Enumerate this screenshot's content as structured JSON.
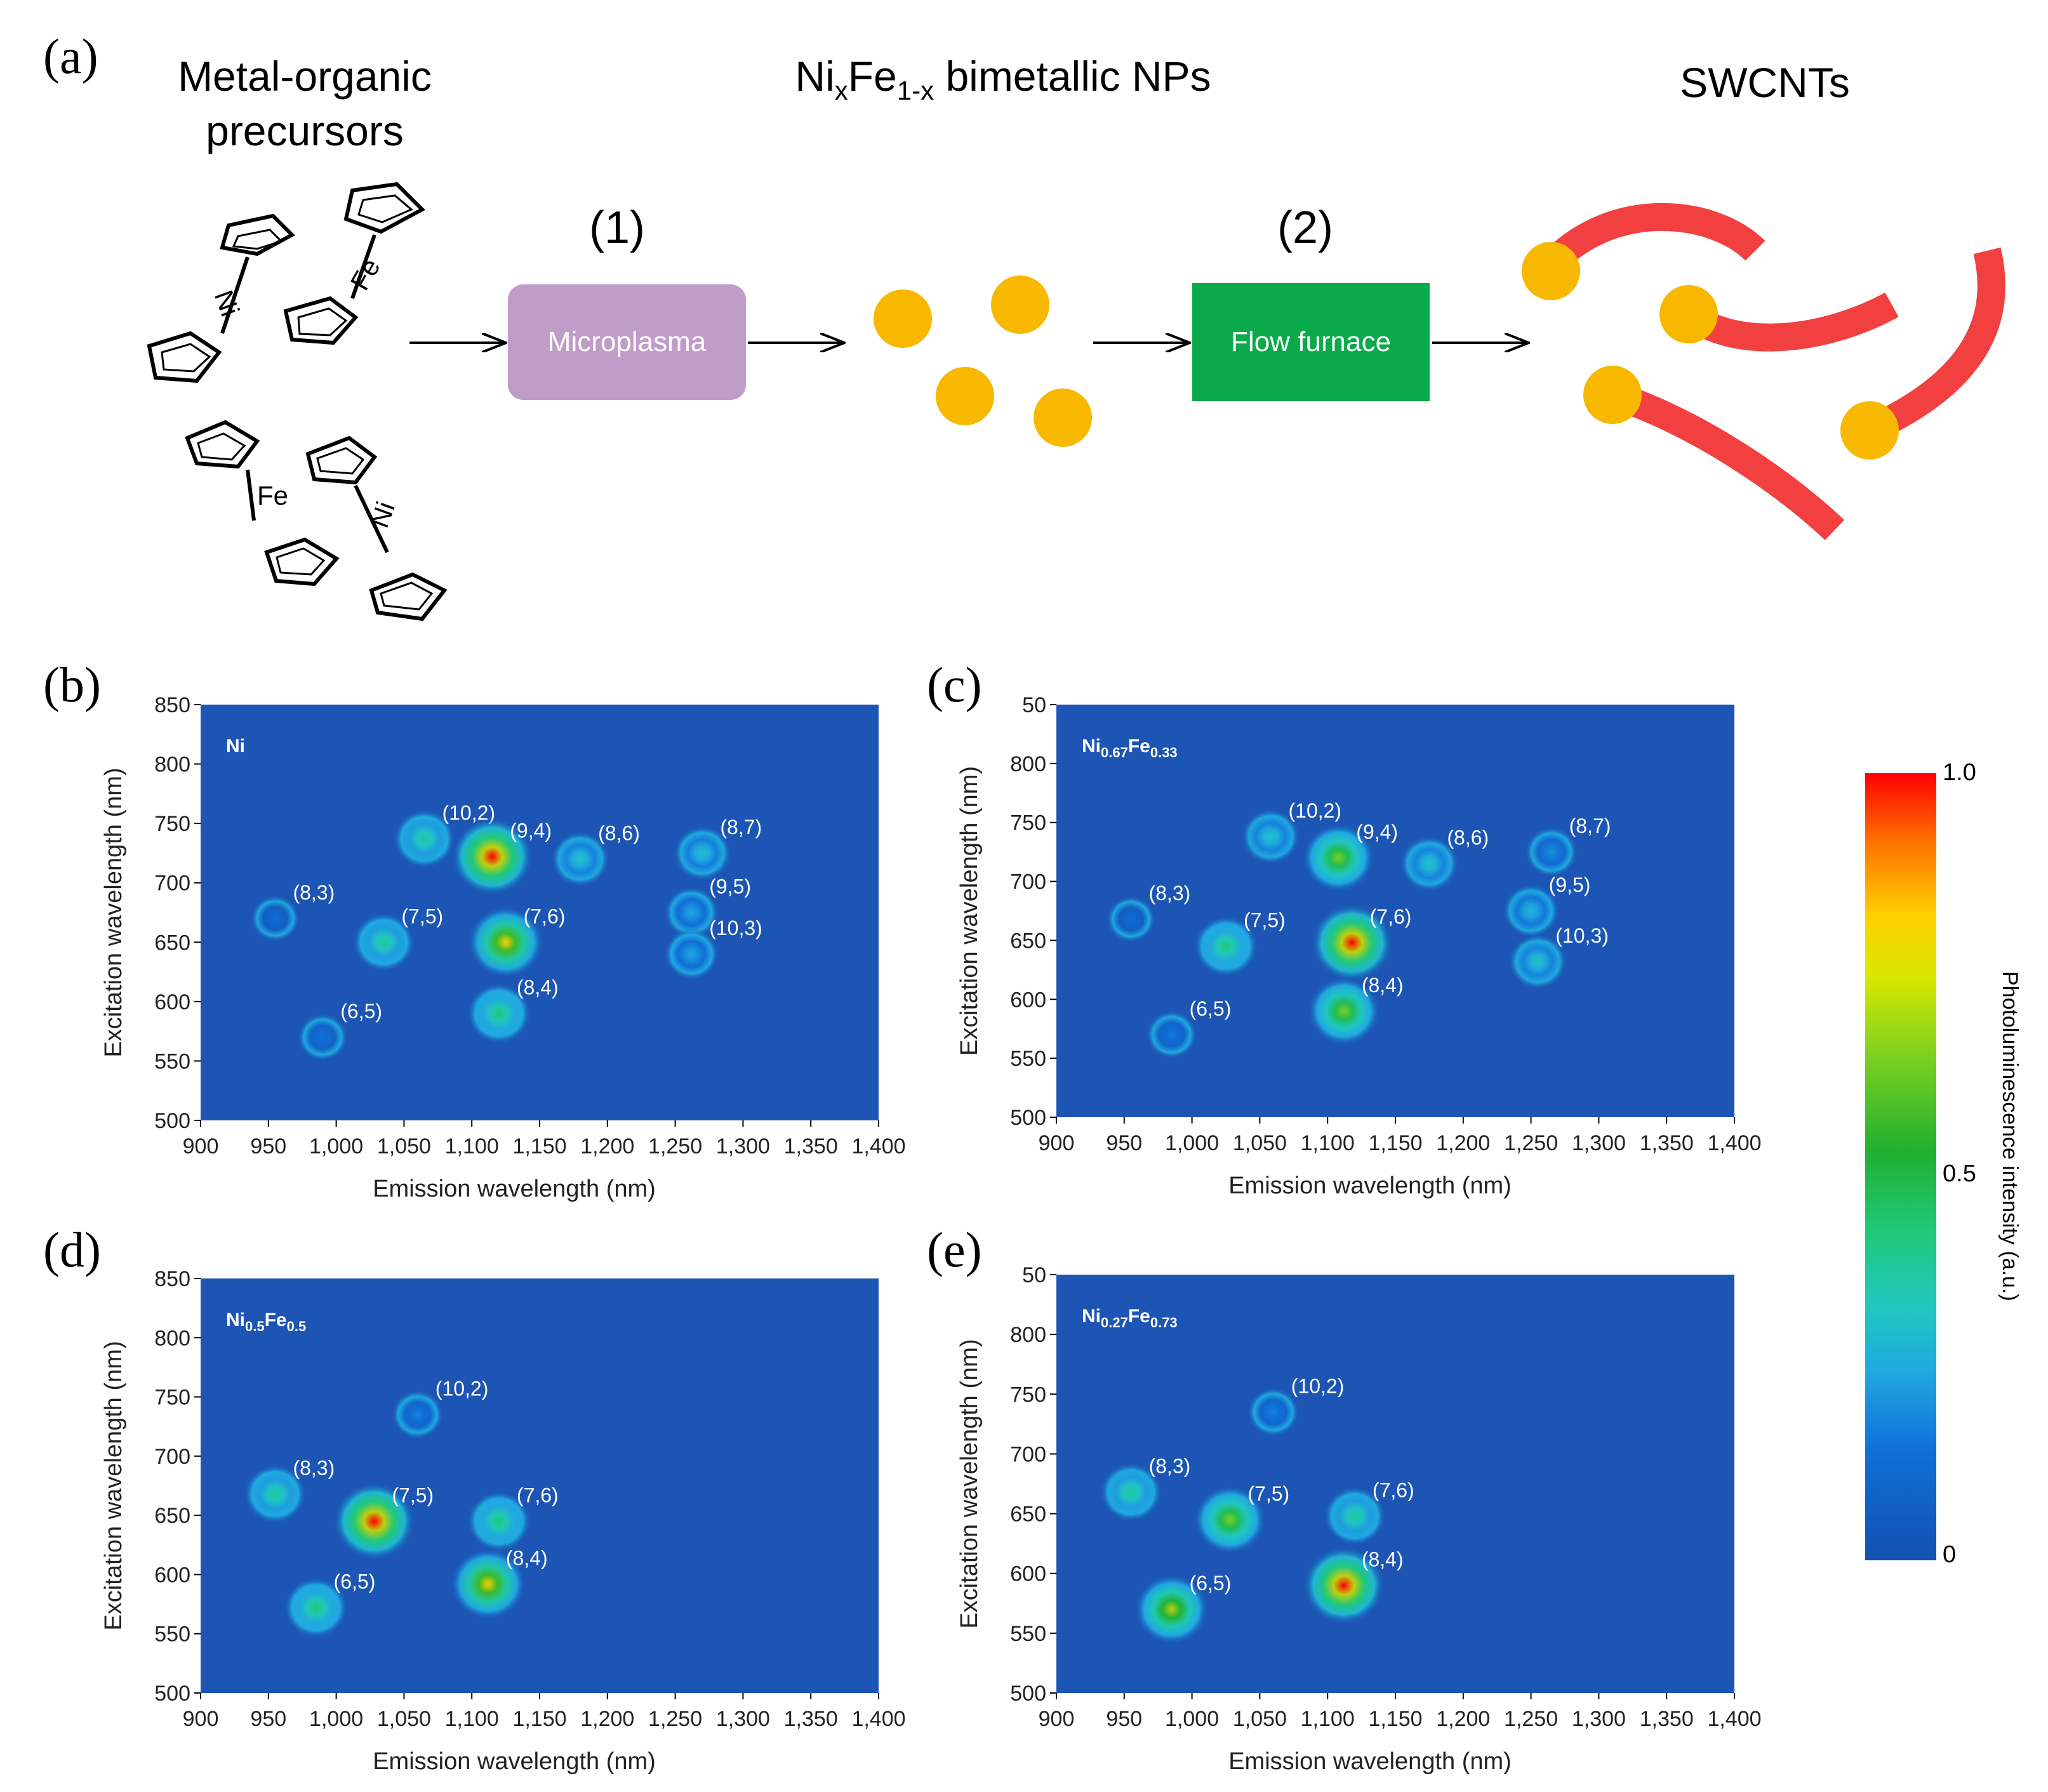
{
  "scheme": {
    "panel_label": "(a)",
    "headings": {
      "precursors": [
        "Metal-organic",
        "precursors"
      ],
      "nps_base": "Ni",
      "nps_sub_x": "x",
      "nps_mid": "Fe",
      "nps_sub_1x": "1-x",
      "nps_rest": " bimetallic NPs",
      "swcnts": "SWCNTs"
    },
    "steps": {
      "step1": "(1)",
      "step2": "(2)"
    },
    "boxes": {
      "microplasma": "Microplasma",
      "flow_furnace": "Flow furnace"
    },
    "atoms": {
      "fe": "Fe",
      "ni": "Ni"
    },
    "colors": {
      "microplasma": "#c09cc9",
      "flow_furnace": "#0aaa4a",
      "np": "#f8b800",
      "tube": "#f24040"
    }
  },
  "colorbar": {
    "ticks": [
      "1.0",
      "0.5",
      "0"
    ],
    "label": "Photoluminescence intensity (a.u.)"
  },
  "chart_data": [
    {
      "type": "heatmap",
      "panel": "(b)",
      "inset_label": "Ni",
      "xlabel": "Emission wavelength (nm)",
      "ylabel": "Excitation wavelength (nm)",
      "xlim": [
        900,
        1400
      ],
      "ylim": [
        500,
        850
      ],
      "x_ticks": [
        "900",
        "950",
        "1,000",
        "1,050",
        "1,100",
        "1,150",
        "1,200",
        "1,250",
        "1,300",
        "1,350",
        "1,400"
      ],
      "y_ticks": [
        "850",
        "800",
        "750",
        "700",
        "650",
        "600",
        "550",
        "500"
      ],
      "peaks": [
        {
          "label": "(10,2)",
          "emission": 1065,
          "excitation": 737,
          "intensity": 0.5
        },
        {
          "label": "(9,4)",
          "emission": 1115,
          "excitation": 722,
          "intensity": 1.0
        },
        {
          "label": "(8,6)",
          "emission": 1180,
          "excitation": 720,
          "intensity": 0.4
        },
        {
          "label": "(8,7)",
          "emission": 1270,
          "excitation": 725,
          "intensity": 0.38
        },
        {
          "label": "(8,3)",
          "emission": 955,
          "excitation": 670,
          "intensity": 0.15
        },
        {
          "label": "(7,5)",
          "emission": 1035,
          "excitation": 650,
          "intensity": 0.5
        },
        {
          "label": "(7,6)",
          "emission": 1125,
          "excitation": 650,
          "intensity": 0.85
        },
        {
          "label": "(9,5)",
          "emission": 1262,
          "excitation": 675,
          "intensity": 0.3
        },
        {
          "label": "(10,3)",
          "emission": 1262,
          "excitation": 640,
          "intensity": 0.3
        },
        {
          "label": "(6,5)",
          "emission": 990,
          "excitation": 570,
          "intensity": 0.18
        },
        {
          "label": "(8,4)",
          "emission": 1120,
          "excitation": 590,
          "intensity": 0.55
        }
      ]
    },
    {
      "type": "heatmap",
      "panel": "(c)",
      "inset_label_base": "Ni",
      "inset_label_sub1": "0.67",
      "inset_label_mid": "Fe",
      "inset_label_sub2": "0.33",
      "xlabel": "Emission wavelength (nm)",
      "ylabel": "Excitation wavelength (nm)",
      "xlim": [
        900,
        1400
      ],
      "ylim": [
        500,
        850
      ],
      "x_ticks": [
        "900",
        "950",
        "1,000",
        "1,050",
        "1,100",
        "1,150",
        "1,200",
        "1,250",
        "1,300",
        "1,350",
        "1,400"
      ],
      "y_ticks": [
        "50",
        "800",
        "750",
        "700",
        "650",
        "600",
        "550",
        "500"
      ],
      "peaks": [
        {
          "label": "(10,2)",
          "emission": 1058,
          "excitation": 738,
          "intensity": 0.4
        },
        {
          "label": "(9,4)",
          "emission": 1108,
          "excitation": 720,
          "intensity": 0.75
        },
        {
          "label": "(8,6)",
          "emission": 1175,
          "excitation": 715,
          "intensity": 0.4
        },
        {
          "label": "(8,7)",
          "emission": 1265,
          "excitation": 725,
          "intensity": 0.25
        },
        {
          "label": "(8,3)",
          "emission": 955,
          "excitation": 668,
          "intensity": 0.15
        },
        {
          "label": "(7,5)",
          "emission": 1025,
          "excitation": 645,
          "intensity": 0.55
        },
        {
          "label": "(7,6)",
          "emission": 1118,
          "excitation": 648,
          "intensity": 1.0
        },
        {
          "label": "(9,5)",
          "emission": 1250,
          "excitation": 675,
          "intensity": 0.35
        },
        {
          "label": "(10,3)",
          "emission": 1255,
          "excitation": 632,
          "intensity": 0.4
        },
        {
          "label": "(6,5)",
          "emission": 985,
          "excitation": 570,
          "intensity": 0.2
        },
        {
          "label": "(8,4)",
          "emission": 1112,
          "excitation": 590,
          "intensity": 0.75
        }
      ]
    },
    {
      "type": "heatmap",
      "panel": "(d)",
      "inset_label_base": "Ni",
      "inset_label_sub1": "0.5",
      "inset_label_mid": "Fe",
      "inset_label_sub2": "0.5",
      "xlabel": "Emission wavelength (nm)",
      "ylabel": "Excitation wavelength (nm)",
      "xlim": [
        900,
        1400
      ],
      "ylim": [
        500,
        850
      ],
      "x_ticks": [
        "900",
        "950",
        "1,000",
        "1,050",
        "1,100",
        "1,150",
        "1,200",
        "1,250",
        "1,300",
        "1,350",
        "1,400"
      ],
      "y_ticks": [
        "850",
        "800",
        "750",
        "700",
        "650",
        "600",
        "550",
        "500"
      ],
      "peaks": [
        {
          "label": "(10,2)",
          "emission": 1060,
          "excitation": 735,
          "intensity": 0.22
        },
        {
          "label": "(8,3)",
          "emission": 955,
          "excitation": 668,
          "intensity": 0.5
        },
        {
          "label": "(7,5)",
          "emission": 1028,
          "excitation": 645,
          "intensity": 1.0
        },
        {
          "label": "(7,6)",
          "emission": 1120,
          "excitation": 645,
          "intensity": 0.55
        },
        {
          "label": "(6,5)",
          "emission": 985,
          "excitation": 572,
          "intensity": 0.55
        },
        {
          "label": "(8,4)",
          "emission": 1112,
          "excitation": 592,
          "intensity": 0.85
        }
      ]
    },
    {
      "type": "heatmap",
      "panel": "(e)",
      "inset_label_base": "Ni",
      "inset_label_sub1": "0.27",
      "inset_label_mid": "Fe",
      "inset_label_sub2": "0.73",
      "xlabel": "Emission wavelength (nm)",
      "ylabel": "Excitation wavelength (nm)",
      "xlim": [
        900,
        1400
      ],
      "ylim": [
        500,
        850
      ],
      "x_ticks": [
        "900",
        "950",
        "1,000",
        "1,050",
        "1,100",
        "1,150",
        "1,200",
        "1,250",
        "1,300",
        "1,350",
        "1,400"
      ],
      "y_ticks": [
        "50",
        "800",
        "750",
        "700",
        "650",
        "600",
        "550",
        "500"
      ],
      "peaks": [
        {
          "label": "(10,2)",
          "emission": 1060,
          "excitation": 735,
          "intensity": 0.22
        },
        {
          "label": "(8,3)",
          "emission": 955,
          "excitation": 668,
          "intensity": 0.5
        },
        {
          "label": "(7,5)",
          "emission": 1028,
          "excitation": 645,
          "intensity": 0.75
        },
        {
          "label": "(7,6)",
          "emission": 1120,
          "excitation": 648,
          "intensity": 0.5
        },
        {
          "label": "(6,5)",
          "emission": 985,
          "excitation": 570,
          "intensity": 0.8
        },
        {
          "label": "(8,4)",
          "emission": 1112,
          "excitation": 590,
          "intensity": 1.0
        }
      ]
    }
  ]
}
